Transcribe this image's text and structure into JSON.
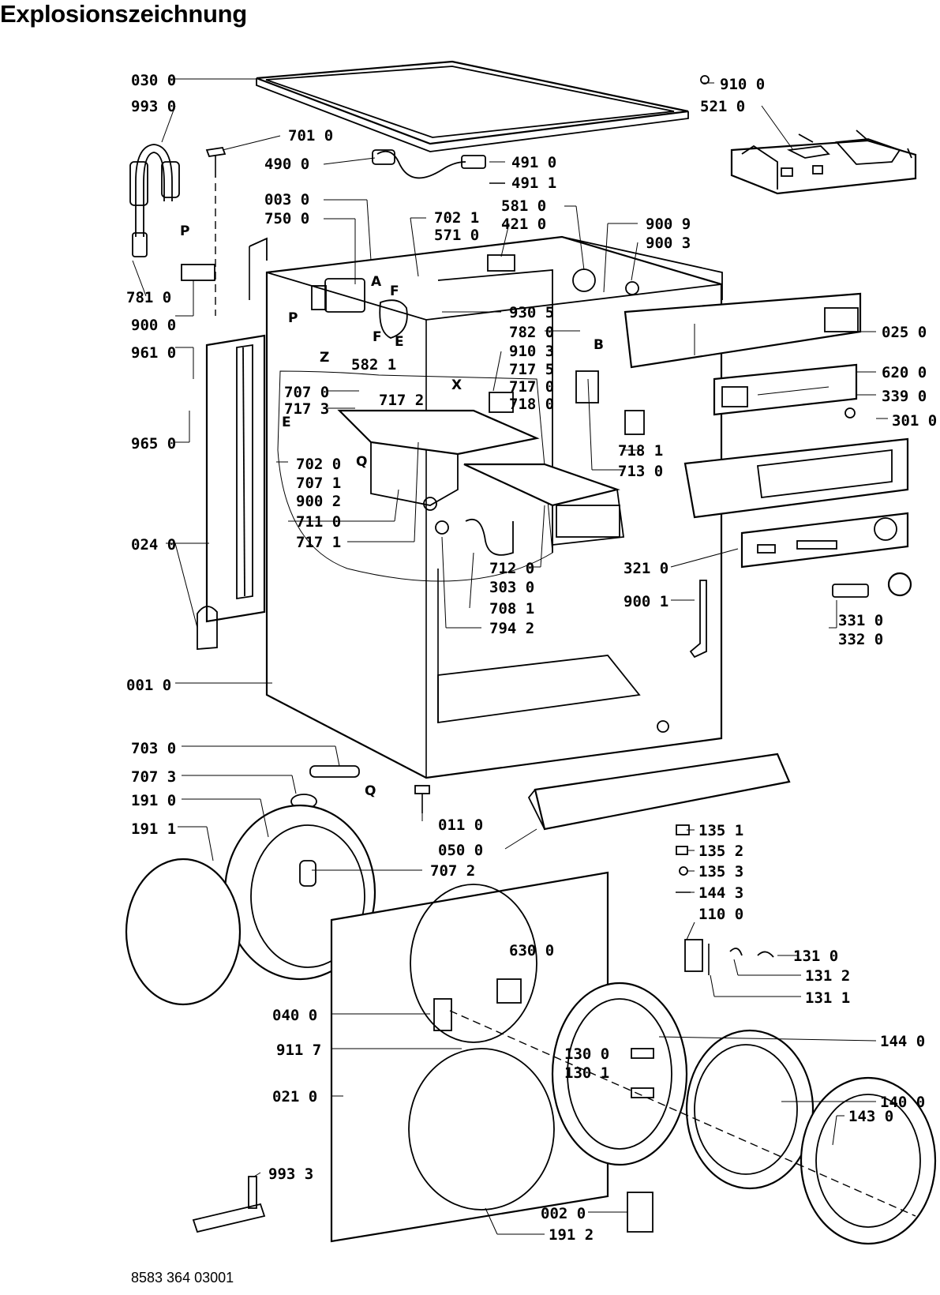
{
  "title": "Explosionszeichnung",
  "footer_code": "8583 364 03001",
  "labels": [
    "030 0",
    "993 0",
    "701 0",
    "490 0",
    "491 0",
    "491 1",
    "910 0",
    "521 0",
    "003 0",
    "750 0",
    "702 1",
    "571 0",
    "581 0",
    "421 0",
    "900 9",
    "900 3",
    "781 0",
    "900 0",
    "930 5",
    "782 0",
    "025 0",
    "961 0",
    "910 3",
    "717 5",
    "717 0",
    "718 0",
    "582 1",
    "620 0",
    "339 0",
    "707 0",
    "717 3",
    "717 2",
    "301 0",
    "718 1",
    "713 0",
    "965 0",
    "702 0",
    "707 1",
    "900 2",
    "711 0",
    "717 1",
    "024 0",
    "712 0",
    "303 0",
    "321 0",
    "708 1",
    "794 2",
    "900 1",
    "331 0",
    "332 0",
    "001 0",
    "703 0",
    "707 3",
    "191 0",
    "191 1",
    "011 0",
    "050 0",
    "135 1",
    "135 2",
    "135 3",
    "144 3",
    "110 0",
    "707 2",
    "630 0",
    "131 0",
    "131 2",
    "131 1",
    "040 0",
    "911 7",
    "144 0",
    "130 0",
    "130 1",
    "140 0",
    "021 0",
    "143 0",
    "993 3",
    "002 0",
    "191 2"
  ],
  "letters": [
    "P",
    "A",
    "F",
    "P",
    "Z",
    "F",
    "E",
    "B",
    "X",
    "E",
    "Q",
    "Q"
  ]
}
